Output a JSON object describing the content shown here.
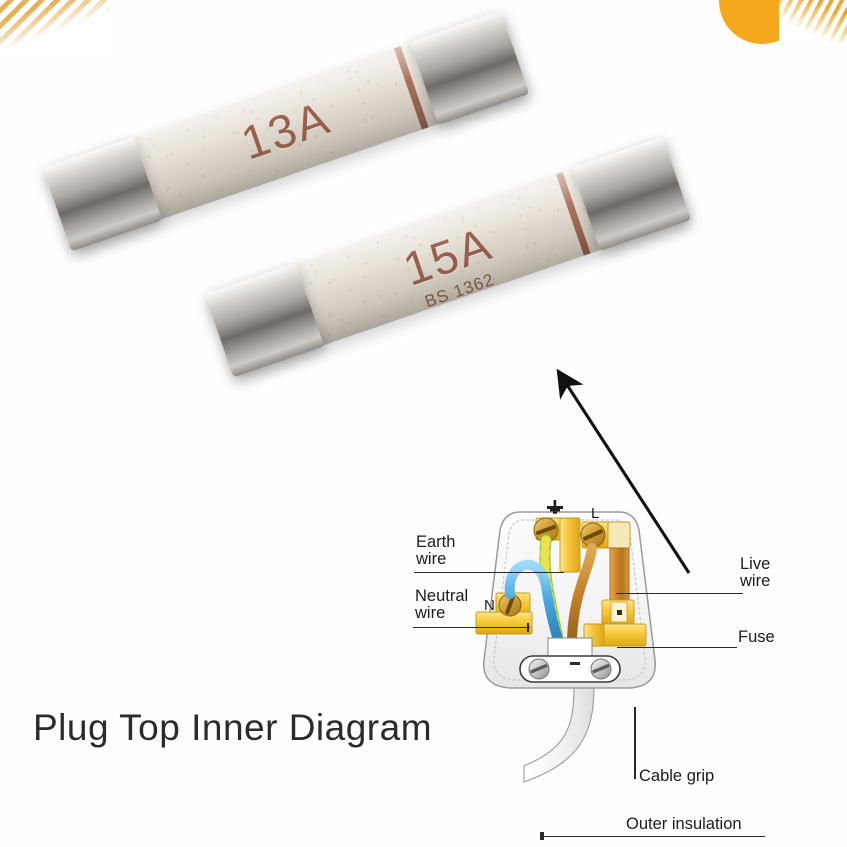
{
  "page": {
    "title": "Plug Top Inner Diagram",
    "background": "#ffffff"
  },
  "decor": {
    "circle_color": "#f6a81c",
    "stripe_color": "#e8b055"
  },
  "fuses": [
    {
      "name": "fuse-13a",
      "rating": "13A",
      "sub": "",
      "body_color": "#e7e1d7",
      "cap_color": "#aaa6a2",
      "band_color": "#9d5f47",
      "text_color": "#9a604c"
    },
    {
      "name": "fuse-15a",
      "rating": "15A",
      "sub": "BS 1362",
      "body_color": "#e7e1d7",
      "cap_color": "#aaa6a2",
      "band_color": "#9d5f47",
      "text_color": "#9a604c"
    }
  ],
  "diagram": {
    "terminals": {
      "live": "L",
      "neutral": "N",
      "earth": "⏚"
    },
    "labels": {
      "earth_wire": "Earth\nwire",
      "neutral_wire": "Neutral\nwire",
      "live_wire": "Live\nwire",
      "fuse": "Fuse",
      "cable_grip": "Cable grip",
      "outer_insulation": "Outer insulation"
    },
    "colors": {
      "earth_wire": "#9bd645",
      "earth_wire_stripe": "#f2e34a",
      "neutral_wire": "#5cb4e8",
      "live_wire": "#c8862c",
      "brass": "#f5c33c",
      "brass_dark": "#d89f16",
      "fuse_body": "#d08a2c",
      "plug_shell": "#f2f2f2",
      "plug_outline": "#9a9a9a",
      "screw": "#c9962e",
      "grip_screw": "#b9b9b9"
    }
  }
}
